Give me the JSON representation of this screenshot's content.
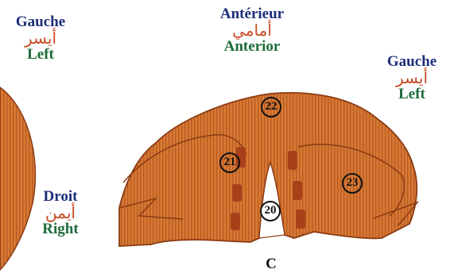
{
  "labels": {
    "top_left": {
      "fr": "Gauche",
      "ar": "أيسر",
      "en": "Left"
    },
    "top_center": {
      "fr": "Antérieur",
      "ar": "أمامي",
      "en": "Anterior"
    },
    "top_right": {
      "fr": "Gauche",
      "ar": "أيسر",
      "en": "Left"
    },
    "bottom_left": {
      "fr": "Droit",
      "ar": "أيمن",
      "en": "Right"
    }
  },
  "markers": [
    "22",
    "21",
    "23",
    "20"
  ],
  "caption": "C",
  "colors": {
    "tissue": "#d9772f",
    "tissue_dark": "#a8471c",
    "stripe": "#b85a22",
    "french": "#1b2f7a",
    "arabic": "#c84a22",
    "english": "#1d6b3a"
  }
}
